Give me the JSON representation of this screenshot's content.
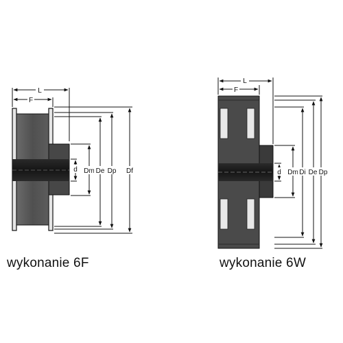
{
  "variants": [
    {
      "id": "6F",
      "caption": "wykonanie 6F",
      "dim_labels": {
        "L": "L",
        "F": "F",
        "d": "d",
        "Dm": "Dm",
        "De": "De",
        "Dp": "Dp",
        "Df": "Df"
      }
    },
    {
      "id": "6W",
      "caption": "wykonanie 6W",
      "dim_labels": {
        "L": "L",
        "F": "F",
        "d": "d",
        "Dm": "Dm",
        "Di": "Di",
        "De": "De",
        "Dp": "Dp"
      }
    }
  ],
  "colors": {
    "body": "#505050",
    "hub": "#3e3e3e",
    "bore": "#1f1f1f",
    "line": "#111111",
    "window": "#e8e8e8"
  }
}
